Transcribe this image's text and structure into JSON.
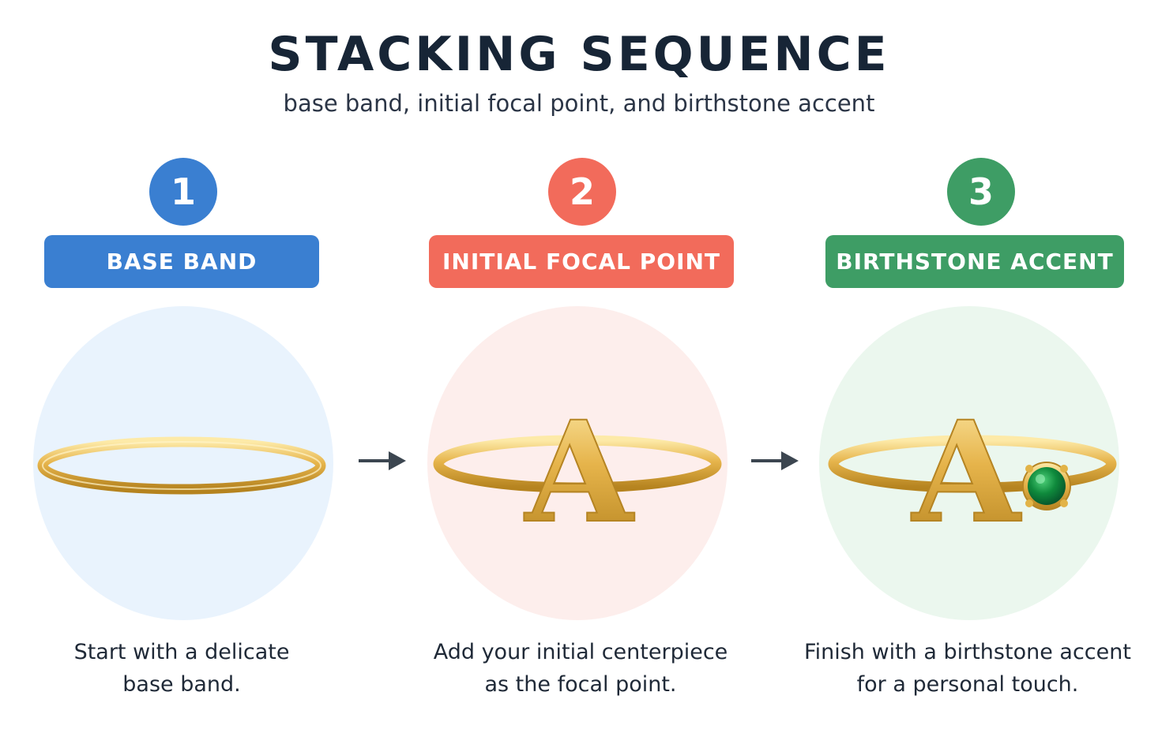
{
  "header": {
    "title": "STACKING SEQUENCE",
    "subtitle": "base band, initial focal point, and birthstone accent"
  },
  "steps": [
    {
      "number": "1",
      "label": "BASE BAND",
      "description_line1": "Start with a delicate",
      "description_line2": "base band.",
      "color": "#3a7fd1",
      "bg_color": "#e9f3fd"
    },
    {
      "number": "2",
      "label": "INITIAL FOCAL POINT",
      "description_line1": "Add your initial centerpiece",
      "description_line2": "as the focal point.",
      "color": "#f26b5b",
      "bg_color": "#fdeeec"
    },
    {
      "number": "3",
      "label": "BIRTHSTONE ACCENT",
      "description_line1": "Finish with a birthstone accent",
      "description_line2": "for a personal touch.",
      "color": "#3e9d65",
      "bg_color": "#ebf7ee"
    }
  ],
  "ring_letter": "A",
  "colors": {
    "gold": "#e2b347",
    "gold_dark": "#b98520",
    "gold_light": "#fbe29a",
    "emerald": "#0f8a3c",
    "arrow": "#3c4650"
  }
}
